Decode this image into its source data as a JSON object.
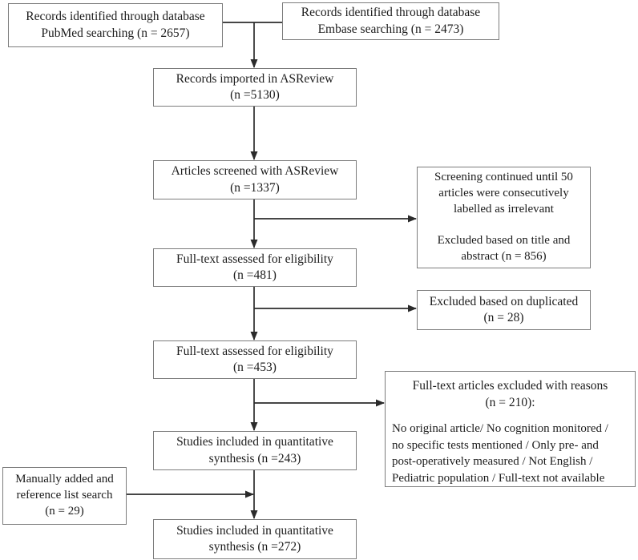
{
  "colors": {
    "box_border": "#7c7c7c",
    "arrow": "#2b2b2b",
    "text": "#1c1c1c",
    "background": "#ffffff"
  },
  "nodes": {
    "pubmed": {
      "text": "Records identified through database\nPubMed searching (n = 2657)"
    },
    "embase": {
      "text": "Records identified through database\nEmbase searching (n =  2473)"
    },
    "imported": {
      "text": "Records imported in ASReview\n(n =5130)"
    },
    "screened": {
      "text": "Articles screened with ASReview\n(n =1337)"
    },
    "screening_note": {
      "text": "Screening continued until 50\narticles were consecutively\nlabelled as irrelevant\n\nExcluded based on title and\nabstract (n = 856)"
    },
    "fulltext_481": {
      "text": "Full-text assessed for eligibility\n(n =481)"
    },
    "excluded_duplicated": {
      "text": "Excluded based on duplicated\n(n = 28)"
    },
    "fulltext_453": {
      "text": "Full-text assessed for eligibility\n(n =453)"
    },
    "excluded_reasons": {
      "title": "Full-text articles excluded with reasons\n(n = 210):",
      "body": "No original article/ No cognition monitored /\nno specific tests mentioned / Only pre- and\npost-operatively measured / Not English /\nPediatric population / Full-text not available"
    },
    "quant_243": {
      "text": "Studies included in quantitative\nsynthesis (n =243)"
    },
    "manual_added": {
      "text": "Manually added and\nreference list search\n(n = 29)"
    },
    "quant_272": {
      "text": "Studies included in quantitative\nsynthesis (n =272)"
    }
  }
}
